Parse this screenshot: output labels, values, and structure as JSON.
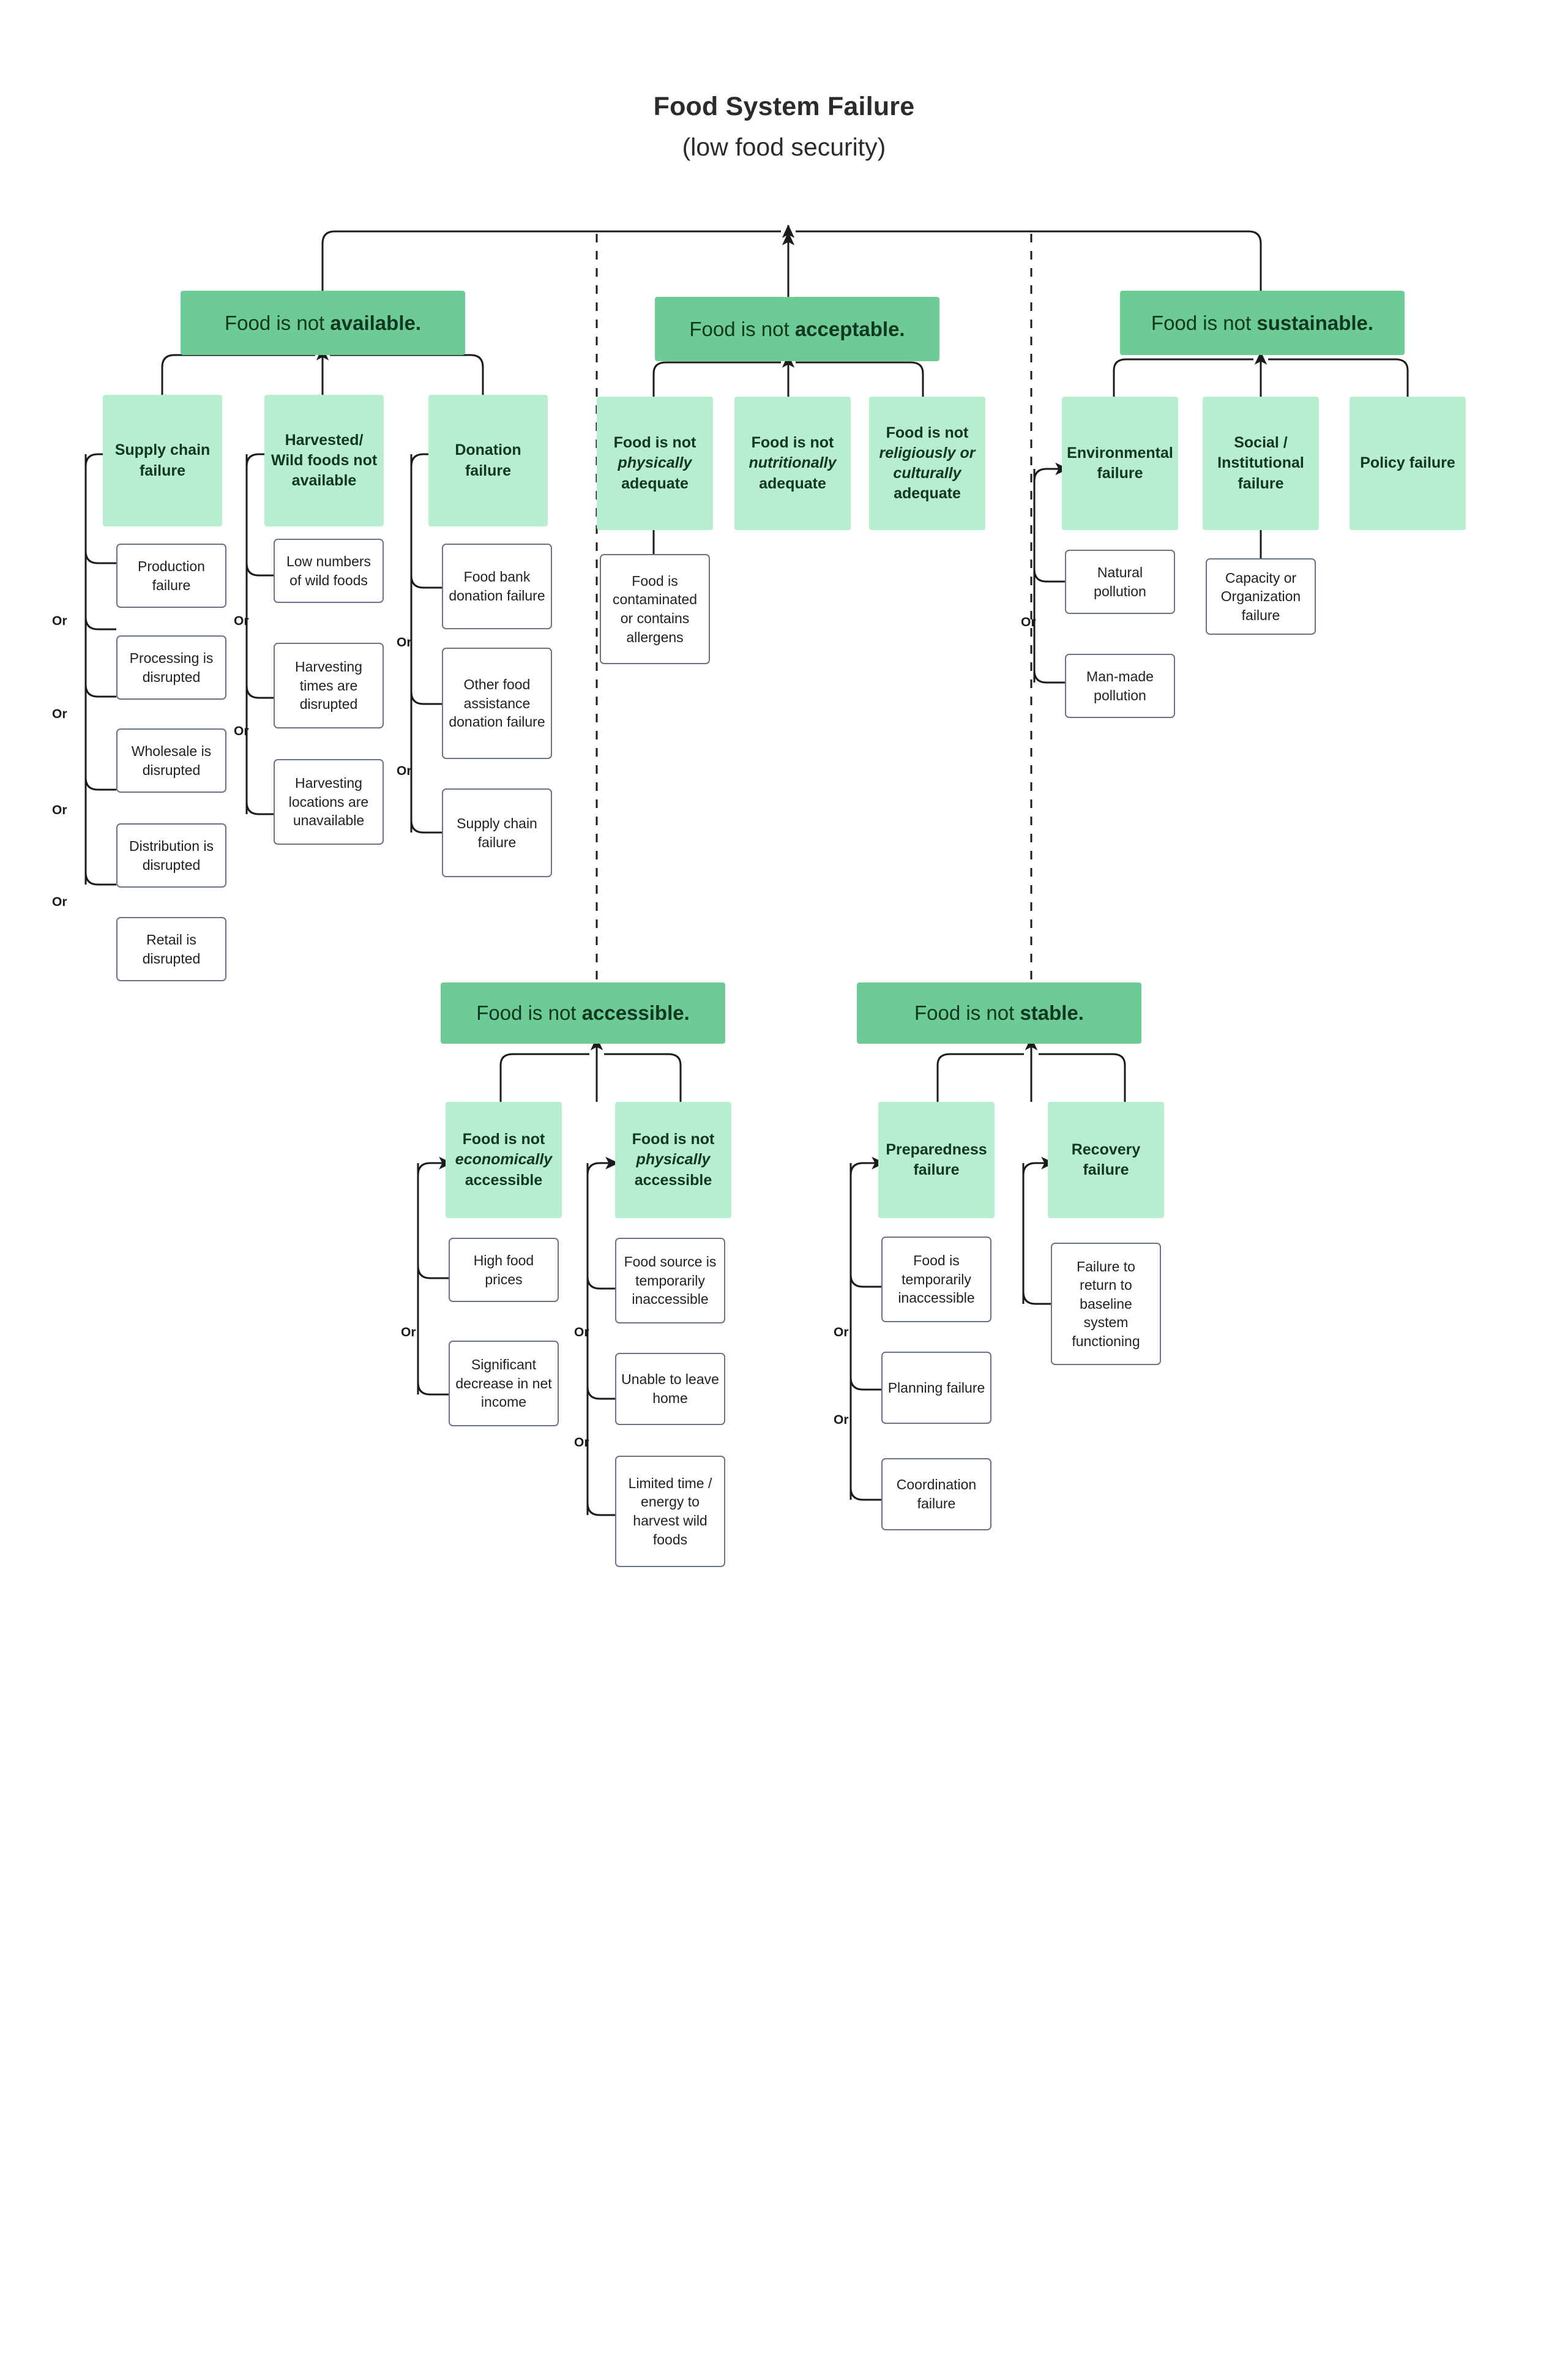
{
  "title": {
    "main": "Food System Failure",
    "sub": "(low food security)"
  },
  "colors": {
    "level1_fill": "#6dcb95",
    "level2_fill": "#b7eed0",
    "leaf_fill": "#ffffff",
    "leaf_border": "#6a7184",
    "text_dark": "#10371f",
    "background": "#ffffff"
  },
  "gate_label": "Or",
  "branches": {
    "available": {
      "header_prefix": "Food is not ",
      "header_keyword": "available.",
      "children": [
        {
          "label": "Supply chain failure",
          "leaves": [
            "Production failure",
            "Processing is disrupted",
            "Wholesale is disrupted",
            "Distribution is disrupted",
            "Retail is disrupted"
          ]
        },
        {
          "label": "Harvested/ Wild foods not available",
          "leaves": [
            "Low numbers of wild foods",
            "Harvesting times are disrupted",
            "Harvesting locations are unavailable"
          ]
        },
        {
          "label": "Donation failure",
          "leaves": [
            "Food bank donation failure",
            "Other food assistance donation failure",
            "Supply chain failure"
          ]
        }
      ]
    },
    "acceptable": {
      "header_prefix": "Food is not ",
      "header_keyword": "acceptable.",
      "children": [
        {
          "label_prefix": "Food is not ",
          "label_italic": "physically",
          "label_suffix": "adequate",
          "leaves": [
            "Food is contaminated or contains allergens"
          ]
        },
        {
          "label_prefix": "Food is not ",
          "label_italic": "nutritionally",
          "label_suffix": "adequate",
          "leaves": []
        },
        {
          "label_prefix": "Food is not ",
          "label_italic": "religiously or culturally",
          "label_suffix": "adequate",
          "leaves": []
        }
      ]
    },
    "sustainable": {
      "header_prefix": "Food is not ",
      "header_keyword": "sustainable.",
      "children": [
        {
          "label": "Environmental failure",
          "leaves": [
            "Natural pollution",
            "Man-made pollution"
          ]
        },
        {
          "label": "Social / Institutional failure",
          "leaves": [
            "Capacity or Organization failure"
          ]
        },
        {
          "label": "Policy failure",
          "leaves": []
        }
      ]
    },
    "accessible": {
      "header_prefix": "Food is not ",
      "header_keyword": "accessible.",
      "children": [
        {
          "label_prefix": "Food is not ",
          "label_italic": "economically",
          "label_suffix": "accessible",
          "leaves": [
            "High food prices",
            "Significant decrease in net income"
          ]
        },
        {
          "label_prefix": "Food is not ",
          "label_italic": "physically",
          "label_suffix": "accessible",
          "leaves": [
            "Food source is temporarily inaccessible",
            "Unable to leave home",
            "Limited time / energy to harvest wild foods"
          ]
        }
      ]
    },
    "stable": {
      "header_prefix": "Food is not ",
      "header_keyword": "stable.",
      "children": [
        {
          "label": "Preparedness failure",
          "leaves": [
            "Food is temporarily inaccessible",
            "Planning failure",
            "Coordination failure"
          ]
        },
        {
          "label": "Recovery failure",
          "leaves": [
            "Failure to return to baseline system functioning"
          ]
        }
      ]
    }
  }
}
